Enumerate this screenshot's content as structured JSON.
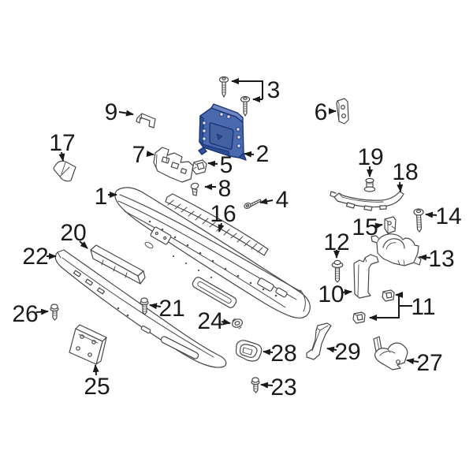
{
  "figure": {
    "description": "Exploded parts diagram with numbered callouts 1-29; part 2 is highlighted in blue",
    "background_color": "#ffffff",
    "line_color": "#474747",
    "highlight": {
      "part_number": "2",
      "fill": "#4b69ae",
      "edge": "#1b3579"
    }
  },
  "callouts": [
    {
      "n": "1",
      "t": [
        128,
        248
      ],
      "leaders": [
        {
          "pts": [
            [
              137,
              247
            ],
            [
              148,
              247
            ]
          ],
          "arrow": true
        }
      ]
    },
    {
      "n": "2",
      "t": [
        333,
        194
      ],
      "leaders": [
        {
          "pts": [
            [
              322,
              196
            ],
            [
              310,
              195
            ]
          ],
          "arrow": true
        }
      ]
    },
    {
      "n": "3",
      "t": [
        347,
        113
      ],
      "leaders": [
        {
          "pts": [
            [
              333,
              126
            ],
            [
              333,
              103
            ],
            [
              294,
              103
            ]
          ],
          "arrow": true
        },
        {
          "pts": [
            [
              333,
              126
            ],
            [
              321,
              126
            ]
          ],
          "arrow": true
        }
      ]
    },
    {
      "n": "4",
      "t": [
        358,
        252
      ],
      "leaders": [
        {
          "pts": [
            [
              346,
              254
            ],
            [
              330,
              257
            ]
          ],
          "arrow": true
        }
      ]
    },
    {
      "n": "5",
      "t": [
        287,
        208
      ],
      "leaders": [
        {
          "pts": [
            [
              276,
              208
            ],
            [
              264,
              207
            ]
          ],
          "arrow": true
        }
      ]
    },
    {
      "n": "6",
      "t": [
        407,
        141
      ],
      "leaders": [
        {
          "pts": [
            [
              417,
              141
            ],
            [
              426,
              141
            ]
          ],
          "arrow": true
        }
      ]
    },
    {
      "n": "7",
      "t": [
        176,
        195
      ],
      "leaders": [
        {
          "pts": [
            [
              186,
              195
            ],
            [
              195,
              196
            ]
          ],
          "arrow": true
        }
      ]
    },
    {
      "n": "8",
      "t": [
        285,
        238
      ],
      "leaders": [
        {
          "pts": [
            [
              274,
              237
            ],
            [
              260,
              237
            ]
          ],
          "arrow": true
        }
      ]
    },
    {
      "n": "9",
      "t": [
        141,
        141
      ],
      "leaders": [
        {
          "pts": [
            [
              151,
              142
            ],
            [
              169,
              145
            ]
          ],
          "arrow": true
        }
      ]
    },
    {
      "n": "10",
      "t": [
        420,
        372
      ],
      "leaders": [
        {
          "pts": [
            [
              433,
              371
            ],
            [
              446,
              370
            ]
          ],
          "arrow": true
        }
      ]
    },
    {
      "n": "11",
      "t": [
        537,
        388
      ],
      "leaders": [
        {
          "pts": [
            [
              506,
              388
            ],
            [
              506,
              374
            ],
            [
              502,
              374
            ]
          ],
          "arrow": true
        },
        {
          "pts": [
            [
              506,
              388
            ],
            [
              506,
              403
            ],
            [
              469,
              403
            ]
          ],
          "arrow": true
        },
        {
          "pts": [
            [
              506,
              388
            ],
            [
              523,
              388
            ]
          ],
          "arrow": false
        }
      ]
    },
    {
      "n": "12",
      "t": [
        427,
        306
      ],
      "leaders": [
        {
          "pts": [
            [
              427,
              317
            ],
            [
              427,
              327
            ]
          ],
          "arrow": true
        }
      ]
    },
    {
      "n": "13",
      "t": [
        560,
        327
      ],
      "leaders": [
        {
          "pts": [
            [
              546,
              327
            ],
            [
              532,
              326
            ]
          ],
          "arrow": true
        }
      ]
    },
    {
      "n": "14",
      "t": [
        569,
        273
      ],
      "leaders": [
        {
          "pts": [
            [
              554,
              273
            ],
            [
              540,
              272
            ]
          ],
          "arrow": true
        }
      ]
    },
    {
      "n": "15",
      "t": [
        463,
        287
      ],
      "leaders": [
        {
          "pts": [
            [
              474,
              287
            ],
            [
              485,
              285
            ]
          ],
          "arrow": true
        }
      ]
    },
    {
      "n": "16",
      "t": [
        283,
        270
      ],
      "leaders": [
        {
          "pts": [
            [
              281,
              283
            ],
            [
              278,
              294
            ]
          ],
          "arrow": true
        }
      ]
    },
    {
      "n": "17",
      "t": [
        79,
        180
      ],
      "leaders": [
        {
          "pts": [
            [
              78,
              193
            ],
            [
              80,
              204
            ]
          ],
          "arrow": true
        }
      ]
    },
    {
      "n": "18",
      "t": [
        514,
        217
      ],
      "leaders": [
        {
          "pts": [
            [
              507,
              231
            ],
            [
              508,
              243
            ]
          ],
          "arrow": true
        }
      ]
    },
    {
      "n": "19",
      "t": [
        470,
        198
      ],
      "leaders": [
        {
          "pts": [
            [
              469,
              211
            ],
            [
              469,
              224
            ]
          ],
          "arrow": true
        }
      ]
    },
    {
      "n": "20",
      "t": [
        93,
        294
      ],
      "leaders": [
        {
          "pts": [
            [
              101,
              306
            ],
            [
              111,
              315
            ]
          ],
          "arrow": true
        }
      ]
    },
    {
      "n": "21",
      "t": [
        218,
        390
      ],
      "leaders": [
        {
          "pts": [
            [
              204,
              389
            ],
            [
              190,
              387
            ]
          ],
          "arrow": true
        }
      ]
    },
    {
      "n": "22",
      "t": [
        45,
        324
      ],
      "leaders": [
        {
          "pts": [
            [
              59,
              325
            ],
            [
              71,
              325
            ]
          ],
          "arrow": true
        }
      ]
    },
    {
      "n": "23",
      "t": [
        360,
        490
      ],
      "leaders": [
        {
          "pts": [
            [
              346,
              489
            ],
            [
              331,
              488
            ]
          ],
          "arrow": true
        }
      ]
    },
    {
      "n": "24",
      "t": [
        267,
        406
      ],
      "leaders": [
        {
          "pts": [
            [
              281,
              408
            ],
            [
              292,
              410
            ]
          ],
          "arrow": true
        }
      ]
    },
    {
      "n": "25",
      "t": [
        123,
        489
      ],
      "leaders": [
        {
          "pts": [
            [
              122,
              476
            ],
            [
              121,
              463
            ]
          ],
          "arrow": true
        }
      ]
    },
    {
      "n": "26",
      "t": [
        32,
        397
      ],
      "leaders": [
        {
          "pts": [
            [
              46,
              396
            ],
            [
              61,
              395
            ]
          ],
          "arrow": true
        }
      ]
    },
    {
      "n": "27",
      "t": [
        545,
        459
      ],
      "leaders": [
        {
          "pts": [
            [
              531,
              459
            ],
            [
              516,
              457
            ]
          ],
          "arrow": true
        }
      ]
    },
    {
      "n": "28",
      "t": [
        360,
        447
      ],
      "leaders": [
        {
          "pts": [
            [
              346,
              447
            ],
            [
              334,
              446
            ]
          ],
          "arrow": true
        }
      ]
    },
    {
      "n": "29",
      "t": [
        441,
        445
      ],
      "leaders": [
        {
          "pts": [
            [
              427,
              444
            ],
            [
              415,
              442
            ]
          ],
          "arrow": true
        }
      ]
    }
  ]
}
